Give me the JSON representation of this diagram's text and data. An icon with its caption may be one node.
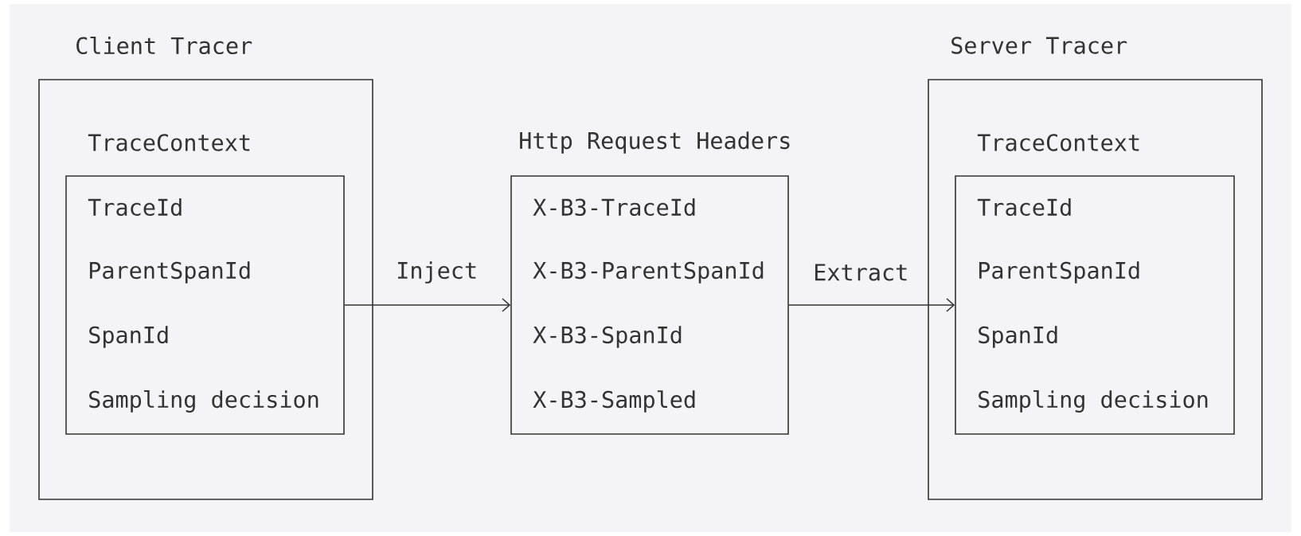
{
  "diagram": {
    "nodes": [
      {
        "text": [
          "Client Tracer"
        ]
      },
      {
        "text": [
          "TraceContext",
          "TraceId",
          "ParentSpanId",
          "SpanId",
          "Sampling decision"
        ],
        "in": 0
      },
      {
        "text": [
          "Http Request Headers",
          "X-B3-TraceId",
          "X-B3-ParentSpanId",
          "X-B3-SpanId",
          "X-B3-Sampled"
        ]
      },
      {
        "text": [
          "Server Tracer"
        ]
      },
      {
        "text": [
          "TraceContext",
          "TraceId",
          "ParentSpanId",
          "SpanId",
          "Sampling decision"
        ],
        "in": 3
      }
    ],
    "edges": [
      {
        "from": 1,
        "to": 2,
        "arrow": "to",
        "label": "Inject"
      },
      {
        "from": 2,
        "to": 4,
        "arrow": "to",
        "label": "Extract"
      }
    ]
  }
}
